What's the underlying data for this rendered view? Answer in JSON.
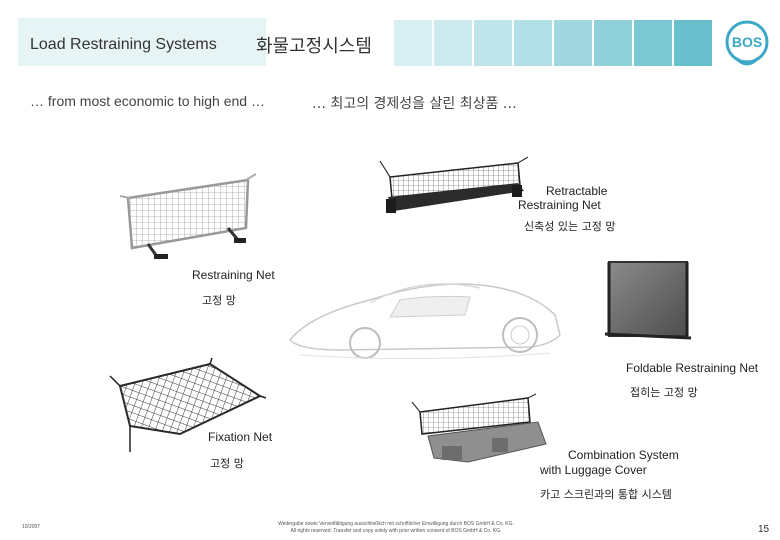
{
  "header": {
    "title_en": "Load Restraining Systems",
    "title_ko": "화물고정시스템",
    "tile_colors": [
      "#d9f0f2",
      "#cdebee",
      "#bfe5ea",
      "#b1dfe5",
      "#a1d8df",
      "#8fd0d9",
      "#7cc8d2",
      "#69bfcb"
    ],
    "logo_text": "BOS",
    "logo_color": "#3aa8c6"
  },
  "tagline": {
    "en": "… from most economic to high end …",
    "ko": "… 최고의 경제성을 살린 최상품 …"
  },
  "products": {
    "retractable": {
      "en1": "Retractable",
      "en2": "Restraining Net",
      "ko": "신축성 있는 고정 망"
    },
    "restraining": {
      "en": "Restraining Net",
      "ko": "고정 망"
    },
    "foldable": {
      "en": "Foldable Restraining Net",
      "ko": "접히는 고정 망"
    },
    "fixation": {
      "en": "Fixation Net",
      "ko": "고정 망"
    },
    "combination": {
      "en1": "Combination System",
      "en2": "with Luggage Cover",
      "ko": "카고 스크린과의 통합 시스템"
    }
  },
  "footer": {
    "left": "10/2007",
    "mid1": "Weitergabe sowie Vervielfältigung ausschließlich mit schriftlicher Einwilligung durch BOS GmbH & Co. KG.",
    "mid2": "All rights reserved. Transfer and copy solely with prior written consent of BOS GmbH & Co. KG.",
    "page": "15"
  }
}
